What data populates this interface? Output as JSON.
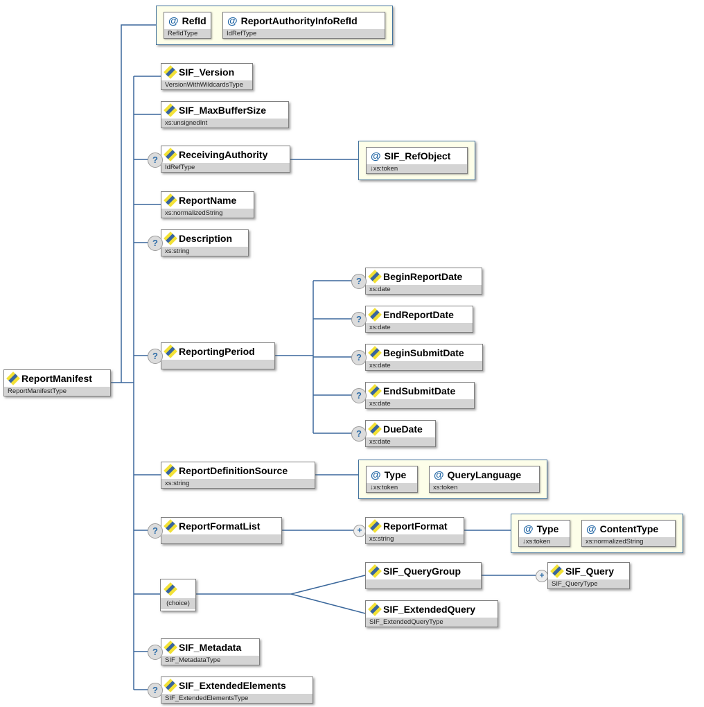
{
  "indicators": {
    "optional": "?",
    "repeat": "+",
    "attribute": "@"
  },
  "colors": {
    "line": "#3a679b",
    "attr_container_bg": "#fdfee9",
    "attr_container_border": "#41719c",
    "type_band": "#d4d4d4",
    "icon_yellow": "#f2e136",
    "icon_blue": "#39659e",
    "attribute_at": "#2166a5"
  },
  "nodes": {
    "report_manifest": {
      "label": "ReportManifest",
      "type": "ReportManifestType"
    },
    "refid": {
      "label": "RefId",
      "type": "RefIdType"
    },
    "report_authority_info_refid": {
      "label": "ReportAuthorityInfoRefId",
      "type": "IdRefType"
    },
    "sif_version": {
      "label": "SIF_Version",
      "type": "VersionWithWildcardsType"
    },
    "sif_max_buffer_size": {
      "label": "SIF_MaxBufferSize",
      "type": "xs:unsignedInt"
    },
    "receiving_authority": {
      "label": "ReceivingAuthority",
      "type": "IdRefType"
    },
    "sif_ref_object": {
      "label": "SIF_RefObject",
      "type": "↓xs:token"
    },
    "report_name": {
      "label": "ReportName",
      "type": "xs:normalizedString"
    },
    "description": {
      "label": "Description",
      "type": "xs:string"
    },
    "reporting_period": {
      "label": "ReportingPeriod",
      "type": ""
    },
    "begin_report_date": {
      "label": "BeginReportDate",
      "type": "xs:date"
    },
    "end_report_date": {
      "label": "EndReportDate",
      "type": "xs:date"
    },
    "begin_submit_date": {
      "label": "BeginSubmitDate",
      "type": "xs:date"
    },
    "end_submit_date": {
      "label": "EndSubmitDate",
      "type": "xs:date"
    },
    "due_date": {
      "label": "DueDate",
      "type": "xs:date"
    },
    "report_definition_source": {
      "label": "ReportDefinitionSource",
      "type": "xs:string"
    },
    "rds_type": {
      "label": "Type",
      "type": "↓xs:token"
    },
    "query_language": {
      "label": "QueryLanguage",
      "type": "xs:token"
    },
    "report_format_list": {
      "label": "ReportFormatList",
      "type": ""
    },
    "report_format": {
      "label": "ReportFormat",
      "type": "xs:string"
    },
    "rf_type": {
      "label": "Type",
      "type": "↓xs:token"
    },
    "content_type": {
      "label": "ContentType",
      "type": "xs:normalizedString"
    },
    "choice": {
      "label": "(choice)"
    },
    "sif_query_group": {
      "label": "SIF_QueryGroup",
      "type": ""
    },
    "sif_query": {
      "label": "SIF_Query",
      "type": "SIF_QueryType"
    },
    "sif_extended_query": {
      "label": "SIF_ExtendedQuery",
      "type": "SIF_ExtendedQueryType"
    },
    "sif_metadata": {
      "label": "SIF_Metadata",
      "type": "SIF_MetadataType"
    },
    "sif_extended_elements": {
      "label": "SIF_ExtendedElements",
      "type": "SIF_ExtendedElementsType"
    }
  }
}
